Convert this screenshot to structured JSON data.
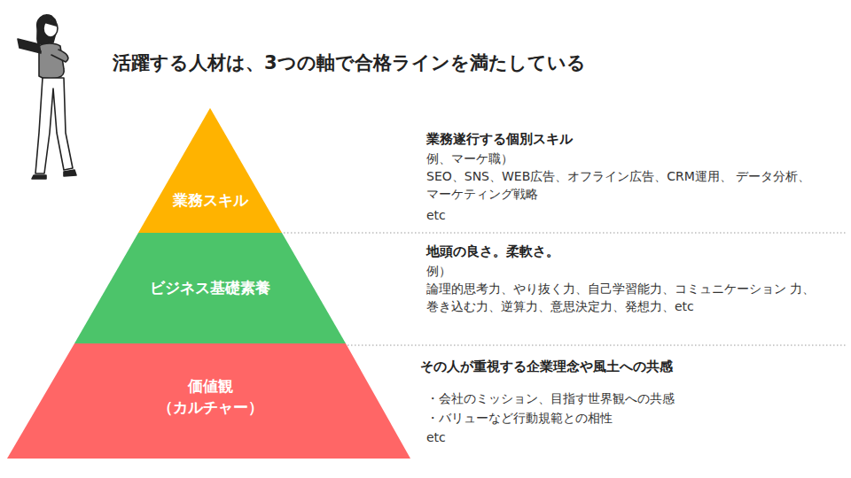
{
  "diagram": {
    "title": "活躍する人材は、3つの軸で合格ラインを満たしている",
    "nodes": [
      {
        "text": [
          "業務スキル"
        ]
      },
      {
        "text": [
          "ビジネス基礎素養"
        ]
      },
      {
        "text": [
          "価値観",
          "（カルチャー）"
        ]
      }
    ],
    "labels": [
      "業務遂行する個別スキル",
      "例、マーケ職）",
      "SEO、SNS、WEB広告、オフライン広告、CRM運用、 データ分析、マーケティング戦略",
      "etc",
      "地頭の良さ。柔軟さ。",
      "例）",
      "論理的思考力、やり抜く力、自己学習能力、コミュニケーション 力、巻き込む力、逆算力、意思決定力、発想力、etc",
      "その人が重視する企業理念や風土への共感",
      "・会社のミッション、目指す世界観への共感",
      "・バリューなど行動規範との相性",
      "etc"
    ]
  }
}
